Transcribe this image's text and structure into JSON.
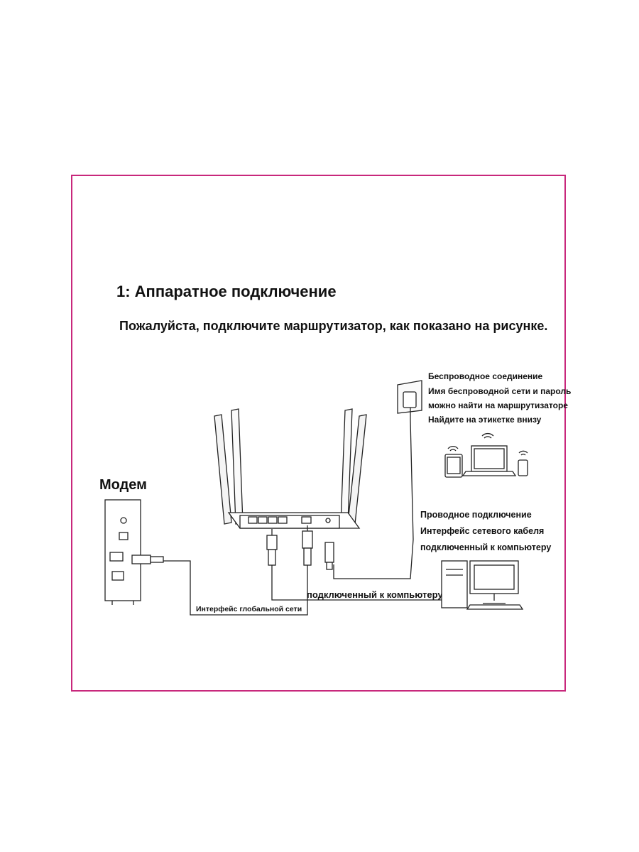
{
  "header": {
    "title": "1: Аппаратное подключение",
    "subtitle": "Пожалуйста, подключите маршрутизатор, как показано на рисунке."
  },
  "modem": {
    "label": "Модем"
  },
  "wireless": {
    "lines": [
      "Беспроводное соединение",
      "Имя беспроводной сети и пароль",
      "можно найти на маршрутизаторе",
      "Найдите на этикетке внизу"
    ]
  },
  "wired": {
    "lines": [
      "Проводное подключение",
      "Интерфейс сетевого кабеля",
      "подключенный к компьютеру"
    ]
  },
  "cables": {
    "lan_label": "подключенный к компьютеру",
    "wan_label": "Интерфейс глобальной сети"
  },
  "colors": {
    "frame_border": "#c8287c",
    "line_art": "#222222"
  }
}
